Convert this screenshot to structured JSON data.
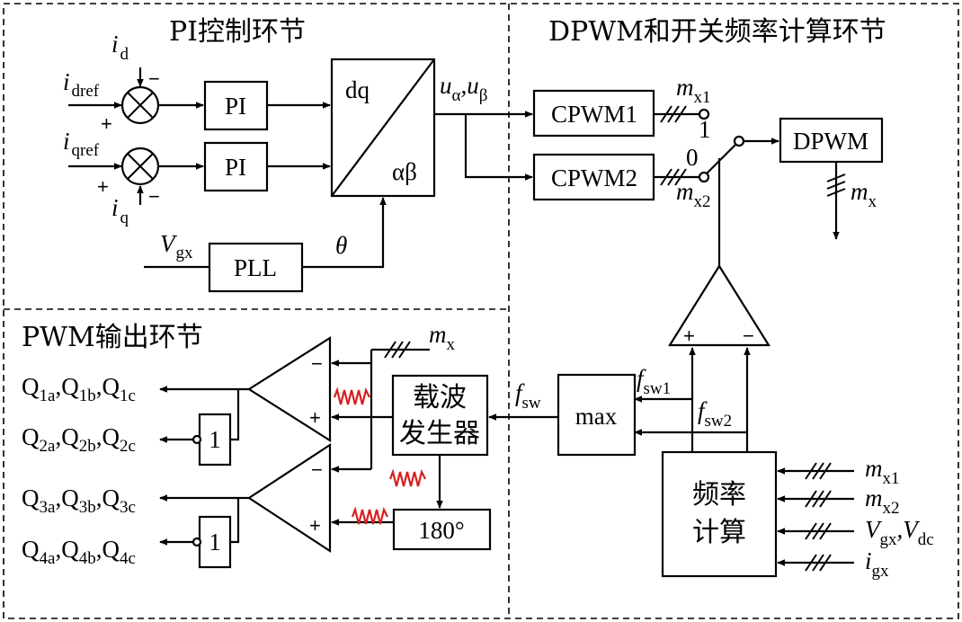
{
  "sections": {
    "pi": "PI控制环节",
    "dpwm": "DPWM和开关频率计算环节",
    "pwm": "PWM输出环节"
  },
  "blocks": {
    "pi1": "PI",
    "pi2": "PI",
    "dq": "dq",
    "ab": "αβ",
    "pll": "PLL",
    "cpwm1": "CPWM1",
    "cpwm2": "CPWM2",
    "dpwm": "DPWM",
    "max": "max",
    "carrier_1": "载波",
    "carrier_2": "发生器",
    "phase": "180°",
    "not1": "1",
    "not2": "1",
    "freq_1": "频率",
    "freq_2": "计算"
  },
  "signals": {
    "i": "i",
    "d": "d",
    "dref": "dref",
    "qref": "qref",
    "q": "q",
    "V": "V",
    "gx": "gx",
    "theta": "θ",
    "u": "u",
    "alpha": "α",
    "beta": "β",
    "comma": ",",
    "m": "m",
    "x1": "x1",
    "x2": "x2",
    "x": "x",
    "f": "f",
    "sw": "sw",
    "sw1": "sw1",
    "sw2": "sw2",
    "dc": "dc",
    "sw_pos1": "1",
    "sw_pos0": "0",
    "plus": "+",
    "minus": "−",
    "Q": "Q",
    "s1a": "1a",
    "s1b": "1b",
    "s1c": "1c",
    "s2a": "2a",
    "s2b": "2b",
    "s2c": "2c",
    "s3a": "3a",
    "s3b": "3b",
    "s3c": "3c",
    "s4a": "4a",
    "s4b": "4b",
    "s4c": "4c"
  }
}
